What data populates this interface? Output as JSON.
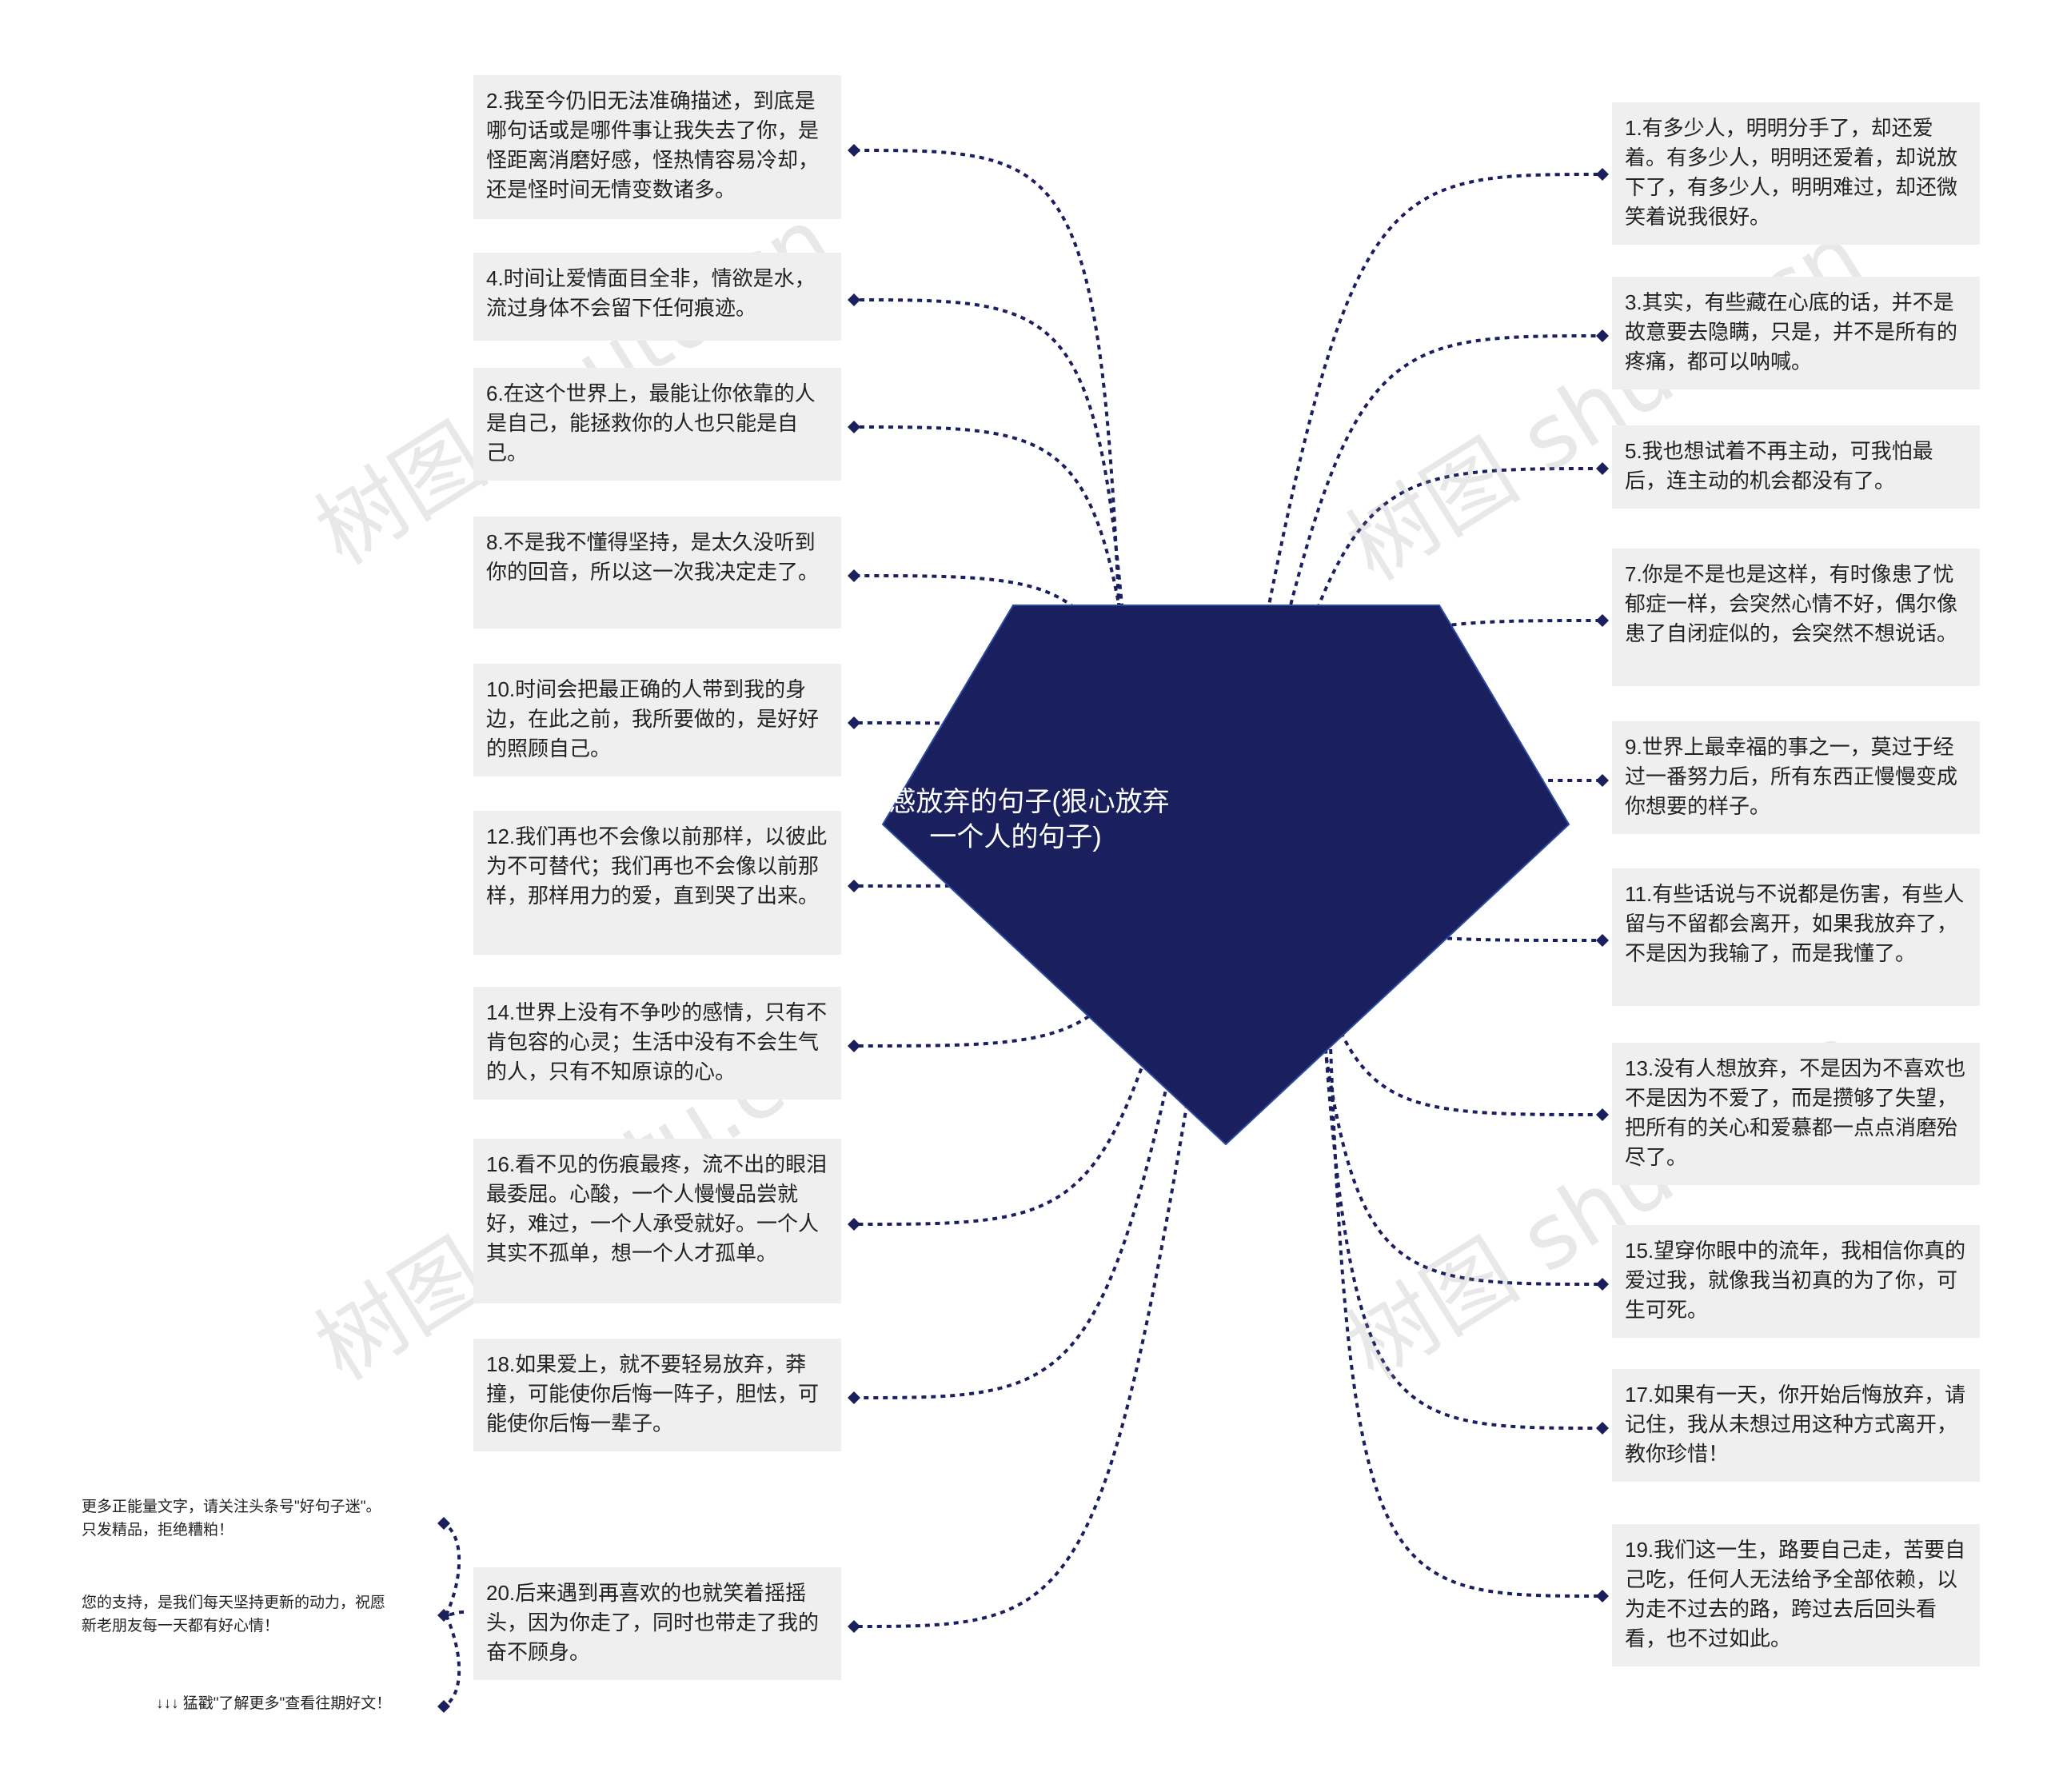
{
  "diagram": {
    "center": "伤感放弃的句子(狠心放弃\n一个人的句子)",
    "left_nodes": [
      "2.我至今仍旧无法准确描述，到底是哪句话或是哪件事让我失去了你，是怪距离消磨好感，怪热情容易冷却，还是怪时间无情变数诸多。",
      "4.时间让爱情面目全非，情欲是水，流过身体不会留下任何痕迹。",
      "6.在这个世界上，最能让你依靠的人是自己，能拯救你的人也只能是自己。",
      "8.不是我不懂得坚持，是太久没听到你的回音，所以这一次我决定走了。",
      "10.时间会把最正确的人带到我的身边，在此之前，我所要做的，是好好的照顾自己。",
      "12.我们再也不会像以前那样，以彼此为不可替代；我们再也不会像以前那样，那样用力的爱，直到哭了出来。",
      "14.世界上没有不争吵的感情，只有不肯包容的心灵；生活中没有不会生气的人，只有不知原谅的心。",
      "16.看不见的伤痕最疼，流不出的眼泪最委屈。心酸，一个人慢慢品尝就好，难过，一个人承受就好。一个人其实不孤单，想一个人才孤单。",
      "18.如果爱上，就不要轻易放弃，莽撞，可能使你后悔一阵子，胆怯，可能使你后悔一辈子。",
      "20.后来遇到再喜欢的也就笑着摇摇头，因为你走了，同时也带走了我的奋不顾身。"
    ],
    "right_nodes": [
      "1.有多少人，明明分手了，却还爱着。有多少人，明明还爱着，却说放下了，有多少人，明明难过，却还微笑着说我很好。",
      "3.其实，有些藏在心底的话，并不是故意要去隐瞒，只是，并不是所有的疼痛，都可以呐喊。",
      "5.我也想试着不再主动，可我怕最后，连主动的机会都没有了。",
      "7.你是不是也是这样，有时像患了忧郁症一样，会突然心情不好，偶尔像患了自闭症似的，会突然不想说话。",
      "9.世界上最幸福的事之一，莫过于经过一番努力后，所有东西正慢慢变成你想要的样子。",
      "11.有些话说与不说都是伤害，有些人留与不留都会离开，如果我放弃了，不是因为我输了，而是我懂了。",
      "13.没有人想放弃，不是因为不喜欢也不是因为不爱了，而是攒够了失望，把所有的关心和爱慕都一点点消磨殆尽了。",
      "15.望穿你眼中的流年，我相信你真的爱过我，就像我当初真的为了你，可生可死。",
      "17.如果有一天，你开始后悔放弃，请记住，我从未想过用这种方式离开，教你珍惜！",
      "19.我们这一生，路要自己走，苦要自己吃，任何人无法给予全部依赖，以为走不过去的路，跨过去后回头看看，也不过如此。"
    ],
    "side_notes": [
      "更多正能量文字，请关注头条号\"好句子迷\"。\n只发精品，拒绝糟粕！",
      "您的支持，是我们每天坚持更新的动力，祝愿\n新老朋友每一天都有好心情！",
      "↓↓↓ 猛戳\"了解更多\"查看往期好文！"
    ],
    "watermarks": [
      "树图 shutu.cn",
      "树图 shutu.cn",
      "树图 shutu.cn",
      "树图 shutu.cn"
    ]
  },
  "colors": {
    "center_fill": "#1a1f5e",
    "center_stroke": "#2b4a9e",
    "connector": "#1a1f5e",
    "node_bg": "#efefef",
    "text": "#222222"
  }
}
